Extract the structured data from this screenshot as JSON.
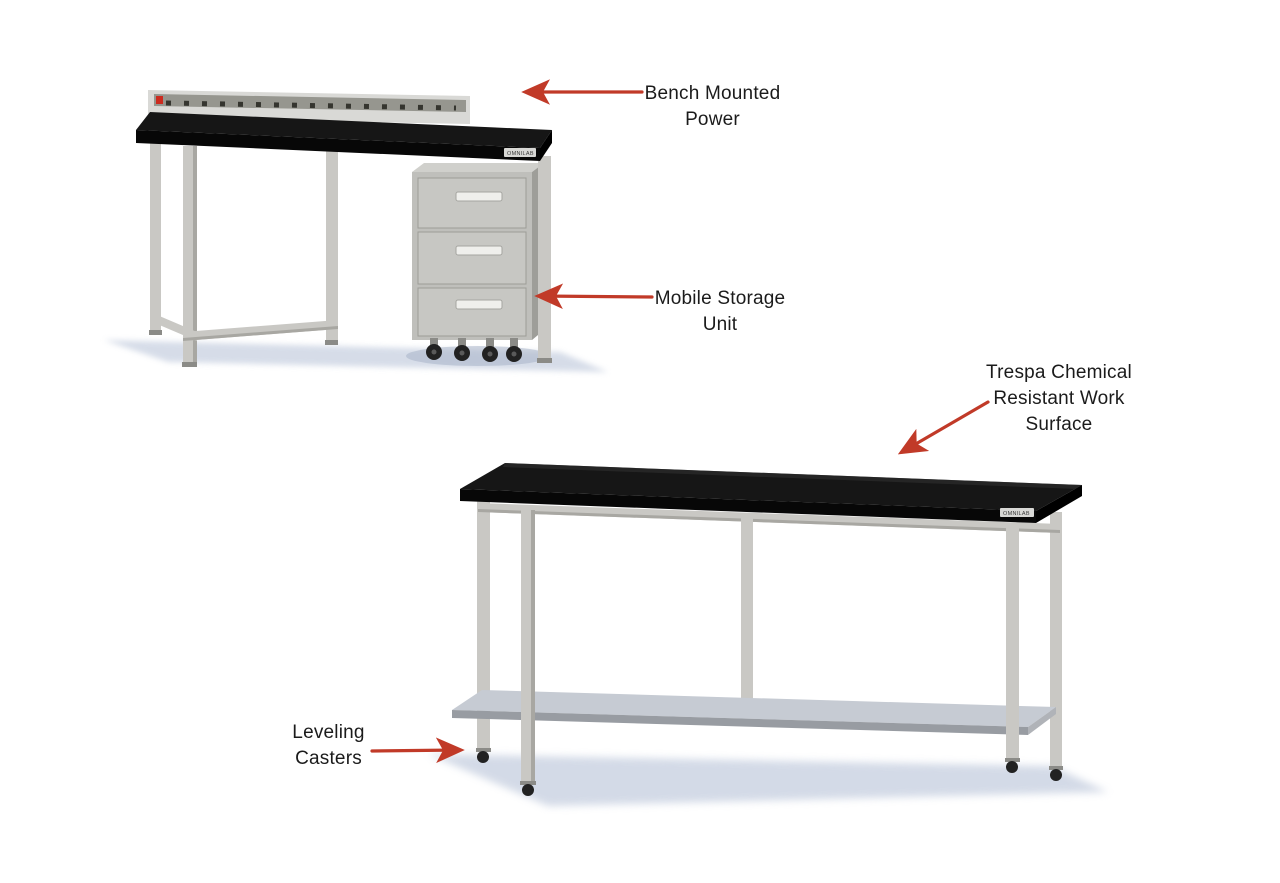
{
  "brand": {
    "logo": "OMNILAB"
  },
  "colors": {
    "page_bg": "#ffffff",
    "arrow_red": "#c13a28",
    "worktop_black": "#161616",
    "frame_gray": "#c9c8c4",
    "frame_dark": "#a8a7a2",
    "panel_gray": "#d9d9d6",
    "strip_gray": "#96968f",
    "switch_red": "#cc2a1f",
    "handle_gray": "#efefec",
    "shadow_blue": "#ccd4e3"
  },
  "annotations": {
    "bench_power": {
      "line1": "Bench Mounted",
      "line2": "Power"
    },
    "mobile_storage": {
      "line1": "Mobile Storage",
      "line2": "Unit"
    },
    "work_surface": {
      "line1": "Trespa Chemical",
      "line2": "Resistant Work",
      "line3": "Surface"
    },
    "leveling_casters": {
      "line1": "Leveling",
      "line2": "Casters"
    }
  }
}
